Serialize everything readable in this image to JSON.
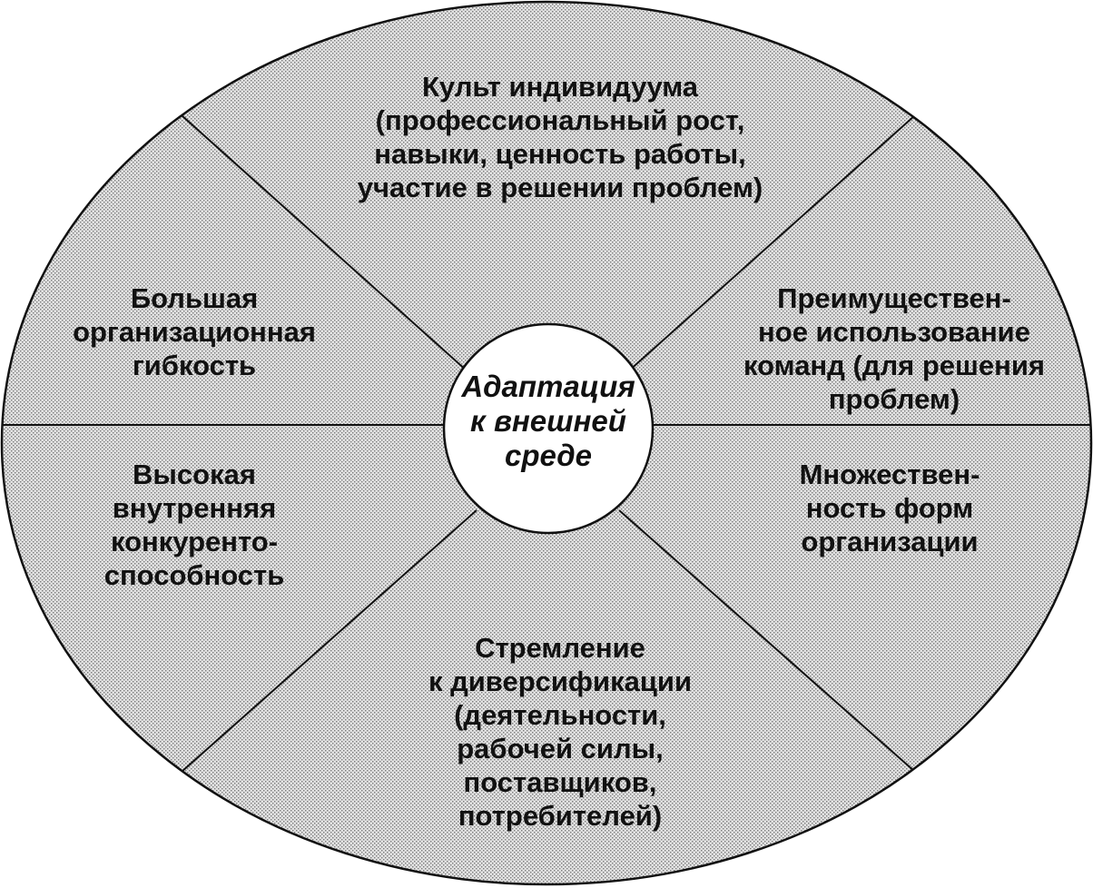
{
  "diagram": {
    "center": {
      "lines": [
        "Адаптация",
        "к внешней",
        "среде"
      ]
    },
    "sectors": {
      "top": {
        "lines": [
          "Культ индивидуума",
          "(профессиональный рост,",
          "навыки, ценность работы,",
          "участие в решении проблем)"
        ]
      },
      "upper_left": {
        "lines": [
          "Большая",
          "организационная",
          "гибкость"
        ]
      },
      "upper_right": {
        "lines": [
          "Преимуществен-",
          "ное использование",
          "команд (для решения",
          "проблем)"
        ]
      },
      "lower_left": {
        "lines": [
          "Высокая",
          "внутренняя",
          "конкуренто-",
          "способность"
        ]
      },
      "lower_right": {
        "lines": [
          "Множествен-",
          "ность форм",
          "организации"
        ]
      },
      "bottom": {
        "lines": [
          "Стремление",
          "к диверсификации",
          "(деятельности,",
          "рабочей силы,",
          "поставщиков,",
          "потребителей)"
        ]
      }
    }
  }
}
